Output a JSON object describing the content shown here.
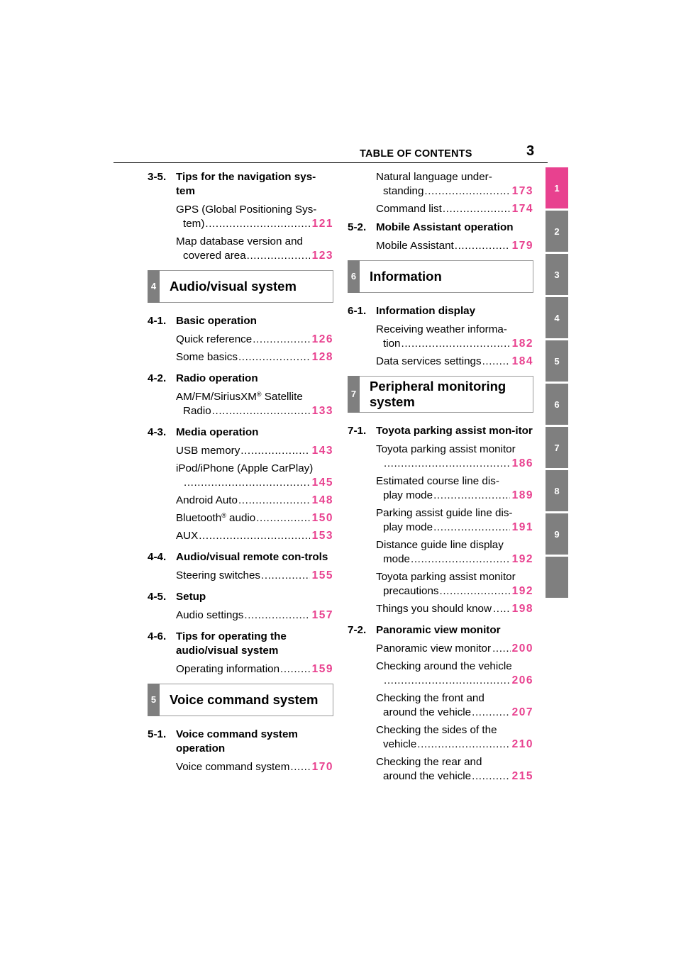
{
  "header": {
    "title": "TABLE OF CONTENTS",
    "page_number": "3"
  },
  "side_tabs": [
    "1",
    "2",
    "3",
    "4",
    "5",
    "6",
    "7",
    "8",
    "9",
    ""
  ],
  "colors": {
    "accent": "#e8418f",
    "tab_gray": "#7f7f7f"
  },
  "left_column": {
    "s3_5": {
      "num": "3-5.",
      "title": "Tips for the navigation sys-tem"
    },
    "e_gps": {
      "l1": "GPS (Global Positioning Sys-",
      "l2": "tem)",
      "page": "121"
    },
    "e_map": {
      "l1": "Map database version and",
      "l2": "covered area",
      "page": "123"
    },
    "ch4": {
      "num": "4",
      "title": "Audio/visual system"
    },
    "s4_1": {
      "num": "4-1.",
      "title": "Basic operation"
    },
    "e_quick": {
      "text": "Quick reference",
      "page": "126"
    },
    "e_basics": {
      "text": "Some basics",
      "page": "128"
    },
    "s4_2": {
      "num": "4-2.",
      "title": "Radio operation"
    },
    "e_radio": {
      "l1a": "AM/FM/SiriusXM",
      "sup": "®",
      "l1b": " Satellite",
      "l2": "Radio",
      "page": "133"
    },
    "s4_3": {
      "num": "4-3.",
      "title": "Media operation"
    },
    "e_usb": {
      "text": "USB memory",
      "page": "143"
    },
    "e_ipod": {
      "l1": "iPod/iPhone (Apple CarPlay)",
      "page": "145"
    },
    "e_android": {
      "text": "Android Auto",
      "page": "148"
    },
    "e_bt": {
      "a": "Bluetooth",
      "sup": "®",
      "b": " audio",
      "page": "150"
    },
    "e_aux": {
      "text": "AUX",
      "page": "153"
    },
    "s4_4": {
      "num": "4-4.",
      "title": "Audio/visual remote con-trols"
    },
    "e_steer": {
      "text": "Steering switches",
      "page": "155"
    },
    "s4_5": {
      "num": "4-5.",
      "title": "Setup"
    },
    "e_audio": {
      "text": "Audio settings",
      "page": "157"
    },
    "s4_6": {
      "num": "4-6.",
      "title": "Tips for operating the audio/visual system"
    },
    "e_opinfo": {
      "text": "Operating information",
      "page": "159"
    },
    "ch5": {
      "num": "5",
      "title": "Voice command system"
    },
    "s5_1": {
      "num": "5-1.",
      "title": "Voice command system operation"
    },
    "e_voice": {
      "text": "Voice command system",
      "page": "170"
    }
  },
  "right_column": {
    "e_natural": {
      "l1": "Natural language under-",
      "l2": "standing",
      "page": "173"
    },
    "e_cmdlist": {
      "text": "Command list",
      "page": "174"
    },
    "s5_2": {
      "num": "5-2.",
      "title": "Mobile Assistant operation"
    },
    "e_mobile": {
      "text": "Mobile Assistant",
      "page": "179"
    },
    "ch6": {
      "num": "6",
      "title": "Information"
    },
    "s6_1": {
      "num": "6-1.",
      "title": "Information display"
    },
    "e_weather": {
      "l1": "Receiving weather informa-",
      "l2": "tion",
      "page": "182"
    },
    "e_data": {
      "text": "Data services settings",
      "page": "184"
    },
    "ch7": {
      "num": "7",
      "title": "Peripheral monitoring system"
    },
    "s7_1": {
      "num": "7-1.",
      "title": "Toyota parking assist mon-itor"
    },
    "e_tpam": {
      "l1": "Toyota parking assist monitor",
      "page": "186"
    },
    "e_est": {
      "l1": "Estimated course line dis-",
      "l2": "play mode",
      "page": "189"
    },
    "e_pagl": {
      "l1": "Parking assist guide line dis-",
      "l2": "play mode",
      "page": "191"
    },
    "e_dist": {
      "l1": "Distance guide line display",
      "l2": "mode",
      "page": "192"
    },
    "e_prec": {
      "l1": "Toyota parking assist monitor",
      "l2": "precautions",
      "page": "192"
    },
    "e_things": {
      "text": "Things you should know",
      "page": "198"
    },
    "s7_2": {
      "num": "7-2.",
      "title": "Panoramic view monitor"
    },
    "e_pvm": {
      "text": "Panoramic view monitor",
      "page": "200"
    },
    "e_around": {
      "l1": "Checking around the vehicle",
      "page": "206"
    },
    "e_front": {
      "l1": "Checking the front and",
      "l2": "around the vehicle",
      "page": "207"
    },
    "e_sides": {
      "l1": "Checking the sides of the",
      "l2": "vehicle",
      "page": "210"
    },
    "e_rear": {
      "l1": "Checking the rear and",
      "l2": "around the vehicle",
      "page": "215"
    }
  }
}
